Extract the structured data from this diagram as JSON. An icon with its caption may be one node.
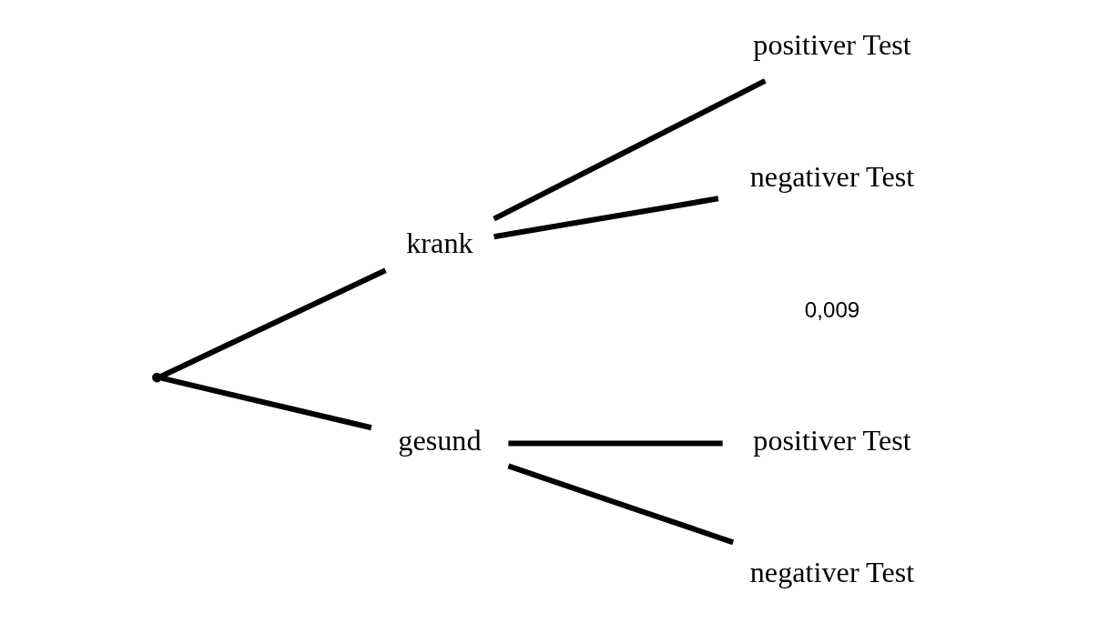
{
  "diagram": {
    "nodes": [
      {
        "text": [],
        "shape": "point"
      },
      {
        "text": [
          "krank"
        ]
      },
      {
        "text": [
          "gesund"
        ]
      },
      {
        "text": [
          "positiver Test"
        ]
      },
      {
        "text": [
          "negativer Test"
        ]
      },
      {
        "text": [
          "positiver Test"
        ]
      },
      {
        "text": [
          "negativer Test"
        ]
      }
    ],
    "edges": [
      {
        "from": 0,
        "to": 1,
        "arrow": "none"
      },
      {
        "from": 0,
        "to": 2,
        "arrow": "none"
      },
      {
        "from": 1,
        "to": 3,
        "arrow": "none"
      },
      {
        "from": 1,
        "to": 4,
        "arrow": "none"
      },
      {
        "from": 2,
        "to": 5,
        "arrow": "none"
      },
      {
        "from": 2,
        "to": 6,
        "arrow": "none"
      }
    ],
    "labels": [
      "0,009"
    ]
  }
}
